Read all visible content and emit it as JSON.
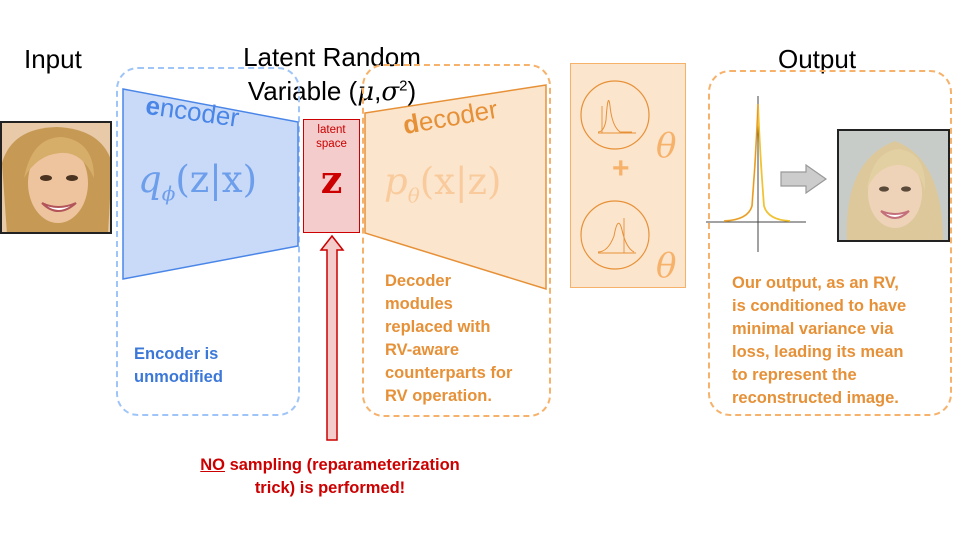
{
  "headers": {
    "input": "Input",
    "latent_line1": "Latent Random",
    "latent_line2_prefix": "Variable (",
    "mu": "μ",
    "comma": ",",
    "sigma": "σ",
    "sq": "2",
    "latent_line2_suffix": ")",
    "output": "Output"
  },
  "encoder": {
    "title_initial": "e",
    "title_rest": "ncoder",
    "q": "q",
    "phi": "ϕ",
    "args": "(z|x)",
    "note_line1": "Encoder is",
    "note_line2": "unmodified"
  },
  "latent": {
    "label_line1": "latent",
    "label_line2": "space",
    "symbol": "z"
  },
  "decoder": {
    "title_initial": "d",
    "title_rest": "ecoder",
    "p": "p",
    "theta": "θ",
    "args": "(x|z)",
    "note_lines": [
      "Decoder",
      "modules",
      "replaced with",
      "RV-aware",
      "counterparts for",
      "RV operation."
    ]
  },
  "distribution": {
    "theta_top": "θ",
    "theta_bottom": "θ",
    "plus": "+"
  },
  "output": {
    "note_lines": [
      "Our output, as an RV,",
      "is conditioned to have",
      "minimal variance via",
      "loss, leading its mean",
      "to represent the",
      "reconstructed image."
    ]
  },
  "sampling_note": {
    "emphasis": "NO",
    "rest_line1": " sampling (reparameterization",
    "line2": "trick) is performed!"
  },
  "colors": {
    "blue": "#4a86e8",
    "blue_fill": "#c9daf8",
    "orange": "#f6b26b",
    "orange_fill": "#fce5cd",
    "orange_text": "#e69138",
    "math_orange": "#f9cb9c",
    "red": "#cc0000",
    "red_fill": "#f4cccc"
  }
}
